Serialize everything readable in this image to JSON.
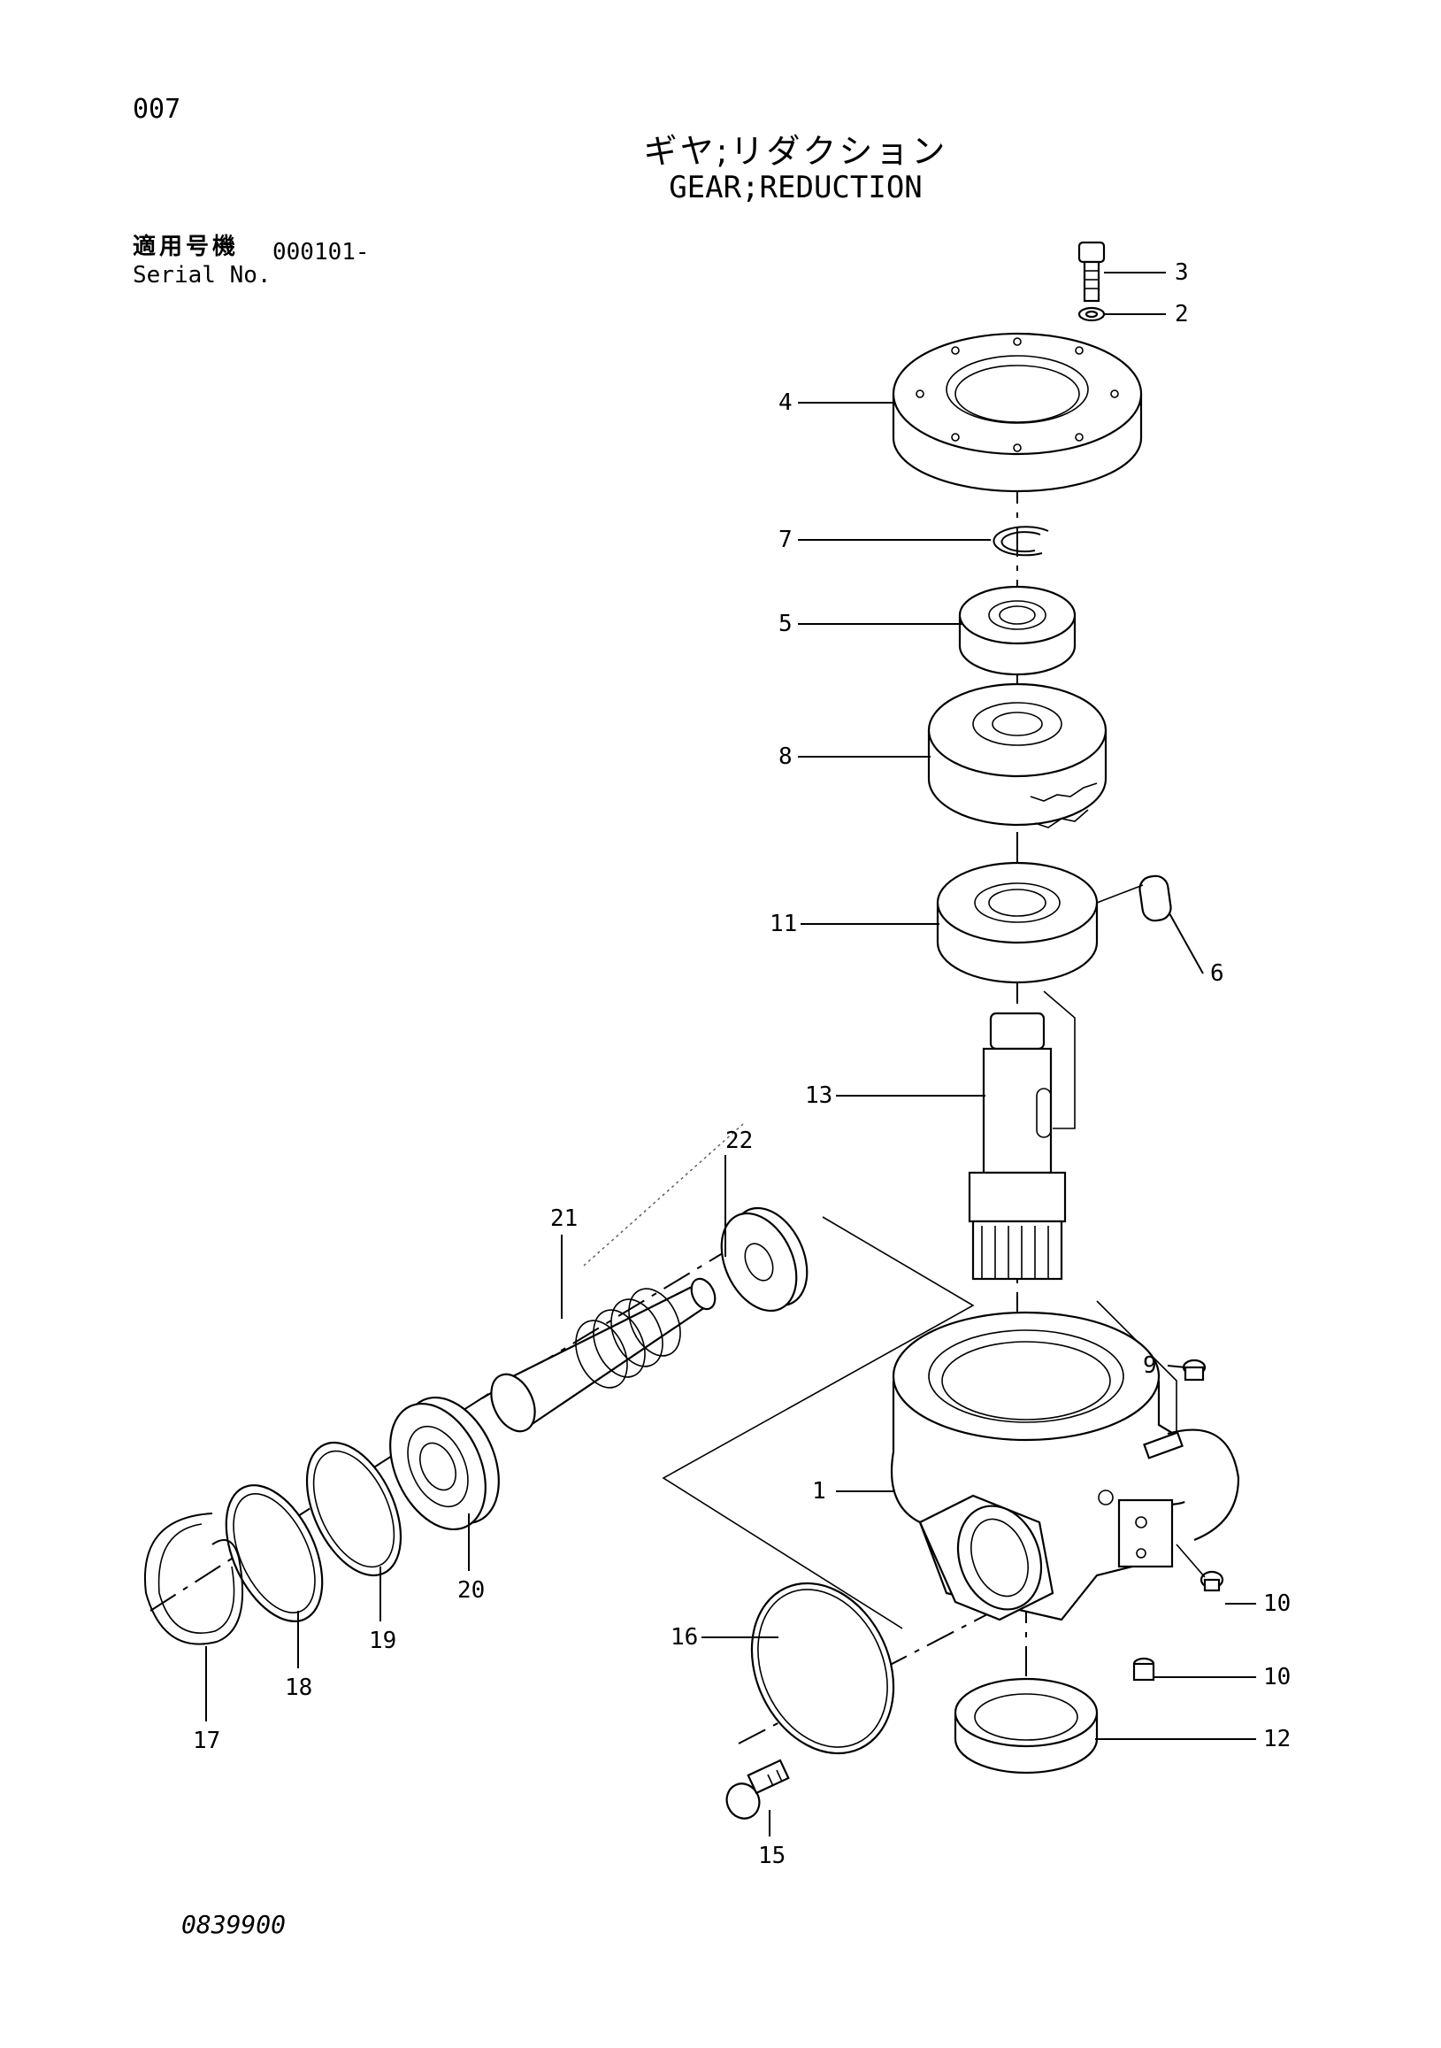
{
  "page_number": "007",
  "title_jp": "ギヤ;リダクション",
  "title_en": "GEAR;REDUCTION",
  "serial": {
    "label_jp": "適用号機",
    "label_en": "Serial No.",
    "value": "000101-"
  },
  "drawing_number": "0839900",
  "callouts": {
    "c1": "1",
    "c2": "2",
    "c3": "3",
    "c4": "4",
    "c5": "5",
    "c6": "6",
    "c7": "7",
    "c8": "8",
    "c9": "9",
    "c10a": "10",
    "c10b": "10",
    "c11": "11",
    "c12": "12",
    "c13": "13",
    "c15": "15",
    "c16": "16",
    "c17": "17",
    "c18": "18",
    "c19": "19",
    "c20": "20",
    "c21": "21",
    "c22": "22"
  }
}
